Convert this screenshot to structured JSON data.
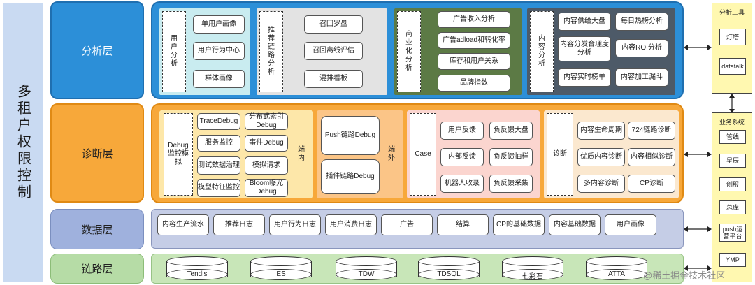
{
  "permission_label": "多租户权限控制",
  "layers": {
    "analysis": "分析层",
    "diagnosis": "诊断层",
    "data": "数据层",
    "link": "链路层"
  },
  "analysis": {
    "user": {
      "title": "用户分析",
      "items": [
        "单用户画像",
        "用户行为中心",
        "群体画像"
      ]
    },
    "recommend": {
      "title": "推荐链路分析",
      "items": [
        "召回罗盘",
        "召回离线评估",
        "混排看板"
      ]
    },
    "business": {
      "title": "商业化分析",
      "items": [
        "广告收入分析",
        "广告adload和转化率",
        "库存和用户关系",
        "品牌指数"
      ]
    },
    "content": {
      "title": "内容分析",
      "items": [
        "内容供给大盘",
        "每日热榜分析",
        "内容分发合理度分析",
        "内容ROI分析",
        "内容实时榜单",
        "内容加工漏斗"
      ]
    }
  },
  "diagnosis": {
    "debug": {
      "title": "Debug监控模拟",
      "side": "端内",
      "items": [
        "TraceDebug",
        "分布式索引Debug",
        "服务监控",
        "事件Debug",
        "测试数据治理",
        "模拟请求",
        "模型特征监控",
        "Bloom曝光Debug"
      ]
    },
    "push": {
      "side": "端外",
      "items": [
        "Push链路Debug",
        "插件链路Debug"
      ]
    },
    "case": {
      "title": "Case",
      "items": [
        "用户反馈",
        "负反馈大盘",
        "内部反馈",
        "负反馈抽样",
        "机器人收录",
        "负反馈采集"
      ]
    },
    "diag": {
      "title": "诊断",
      "items": [
        "内容生命周期",
        "724链路诊断",
        "优质内容诊断",
        "内容相似诊断",
        "多内容诊断",
        "CP诊断"
      ]
    }
  },
  "data_layer": [
    "内容生产流水",
    "推荐日志",
    "用户行为日志",
    "用户消费日志",
    "广告",
    "结算",
    "CP的基础数据",
    "内容基础数据",
    "用户画像"
  ],
  "link_layer": [
    "Tendis",
    "ES",
    "TDW",
    "TDSQL",
    "七彩石",
    "ATTA"
  ],
  "tools": {
    "title": "分析工具",
    "items": [
      "灯塔",
      "datatalk"
    ]
  },
  "biz_systems": {
    "title": "业务系统",
    "items": [
      "管线",
      "星辰",
      "创服",
      "总库",
      "push运营平台",
      "YMP"
    ]
  },
  "watermark": "@稀土掘金技术社区"
}
